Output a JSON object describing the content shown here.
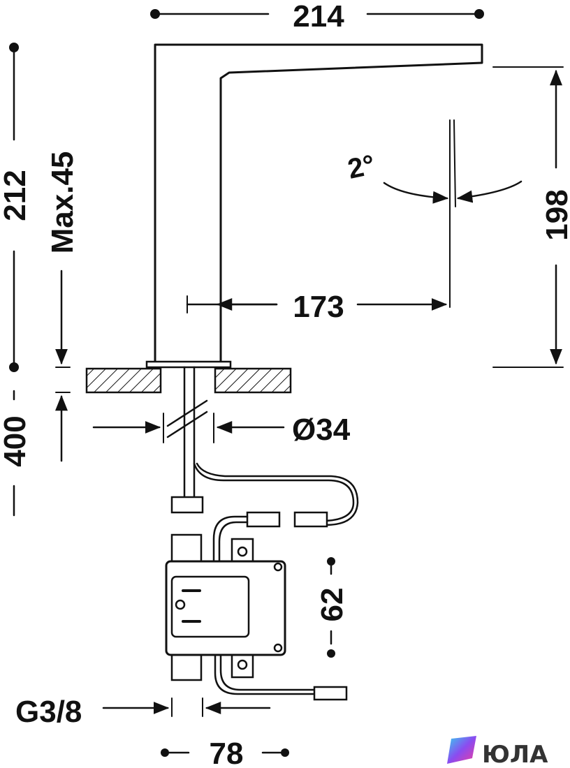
{
  "drawing": {
    "dimensions": {
      "total_width": "214",
      "total_height": "212",
      "max_deck_thickness": "Max.45",
      "spout_height": "198",
      "reach": "173",
      "angle": "2°",
      "hole_diameter": "Ø34",
      "hose_length": "400",
      "box_height": "62",
      "connection_thread": "G3/8",
      "box_width": "78"
    }
  },
  "brand": {
    "logo_text": "ЮЛА"
  },
  "colors": {
    "line": "#111111",
    "background": "#ffffff"
  }
}
